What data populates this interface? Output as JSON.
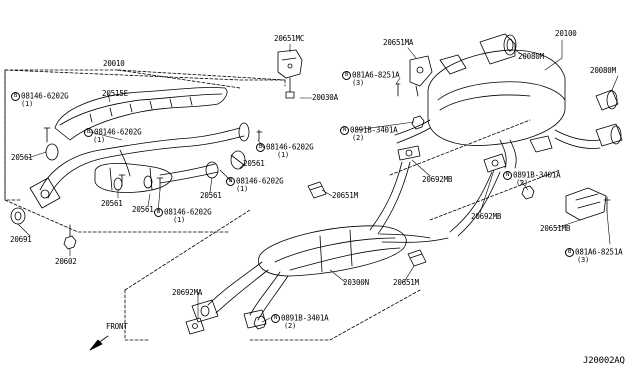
{
  "diagram_code": "J20002AQ",
  "front_label": "FRONT",
  "bolt_symbol": "B",
  "nut_symbol": "N",
  "parts": {
    "p20010": "20010",
    "p20515e": "20515E",
    "p20561a": "20561",
    "p20561b": "20561",
    "p20561c": "20561",
    "p20561d": "20561",
    "p20561e": "20561",
    "p20691": "20691",
    "p20602": "20602",
    "p20651mc": "20651MC",
    "p20030a": "20030A",
    "p20651ma": "20651MA",
    "p20100": "20100",
    "p20080m_a": "20080M",
    "p20080m_b": "20080M",
    "p20651m_a": "20651M",
    "p20651m_b": "20651M",
    "p20692mb_a": "20692MB",
    "p20692mb_b": "20692MB",
    "p20651mb": "20651MB",
    "p20300n": "20300N",
    "p20692ma": "20692MA"
  },
  "callouts": {
    "c1": {
      "code": "08146-6202G",
      "qty": "(1)"
    },
    "c2": {
      "code": "08146-6202G",
      "qty": "(1)"
    },
    "c3": {
      "code": "08146-6202G",
      "qty": "(1)"
    },
    "c4": {
      "code": "08146-6202G",
      "qty": "(1)"
    },
    "c5": {
      "code": "08146-6202G",
      "qty": "(1)"
    },
    "c6": {
      "code": "081A6-8251A",
      "qty": "(3)"
    },
    "c7": {
      "code": "081A6-8251A",
      "qty": "(3)"
    },
    "n1": {
      "code": "0891B-3401A",
      "qty": "(2)"
    },
    "n2": {
      "code": "0891B-3401A",
      "qty": "(2)"
    },
    "n3": {
      "code": "0891B-3401A",
      "qty": "(2)"
    }
  }
}
